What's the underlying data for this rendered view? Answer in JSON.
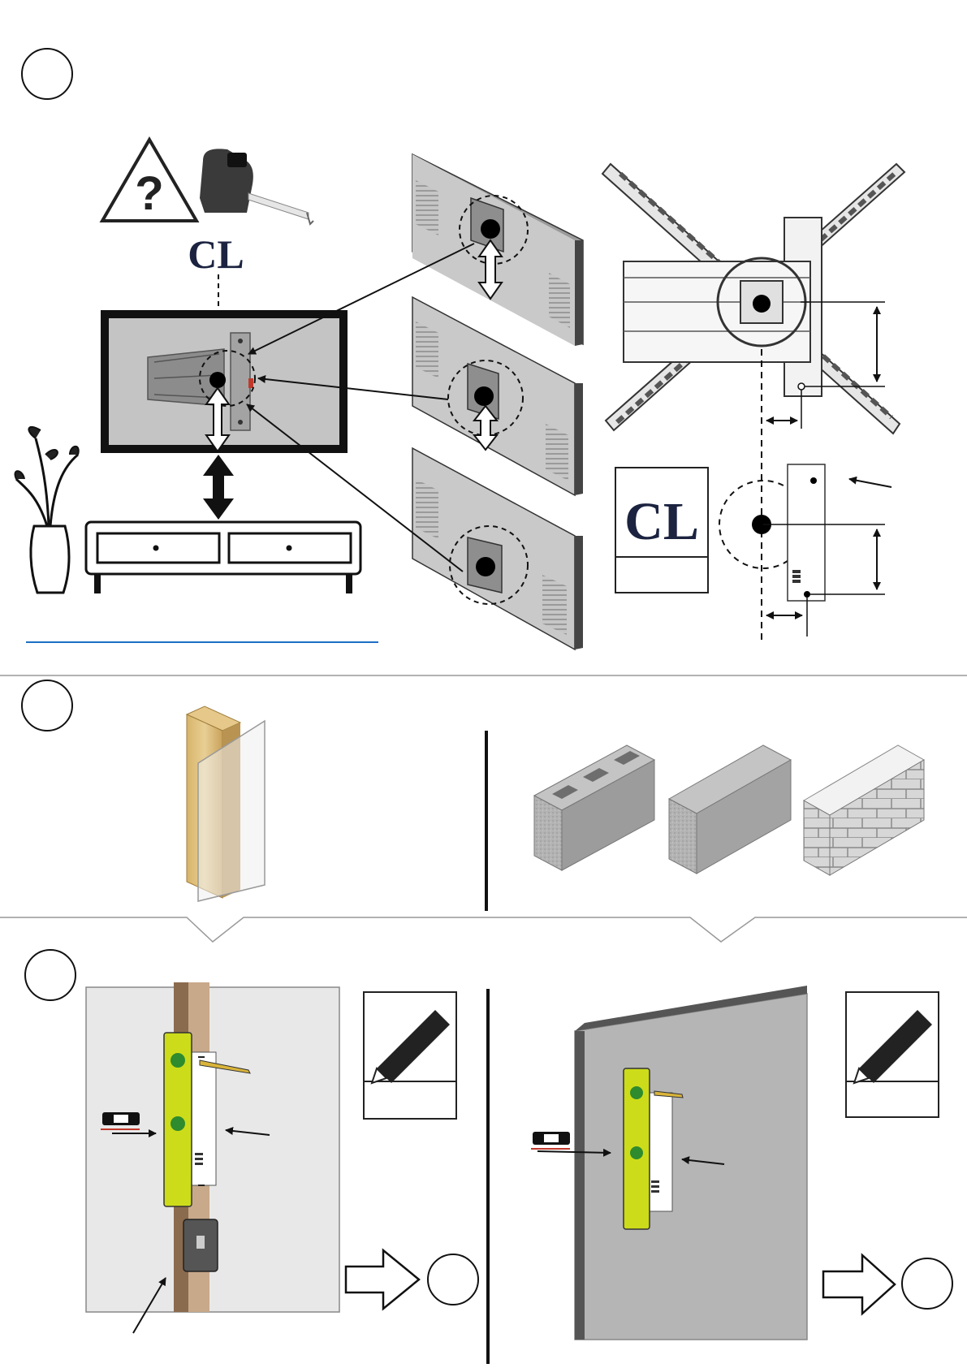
{
  "document": {
    "type": "installation-instruction-sheet",
    "logo": {
      "monogram": "CL",
      "color": "#1b2340"
    },
    "colors": {
      "accent_line": "#1d6fc4",
      "level_yellow": "#cddc1a",
      "stud_wood": "#8b6b4e",
      "wall_gray": "#c9c9c9",
      "panel_gray": "#bfbfbf",
      "arrow_black": "#111111"
    },
    "sections": [
      {
        "step_badge": "",
        "panels": [
          "height-planning",
          "tv-panel-variants",
          "mount-template-diagram"
        ],
        "icons": [
          "caution-question-icon",
          "tape-measure-icon",
          "logo-icon",
          "plant-icon",
          "tv-stand-icon"
        ]
      },
      {
        "step_badge": "",
        "panels": [
          "wood-stud-wall",
          "masonry-wall"
        ],
        "icons": [
          "wood-stud-icon",
          "hollow-block-icon",
          "solid-block-icon",
          "brick-wall-icon"
        ]
      },
      {
        "step_badge": "",
        "panels": [
          "mark-holes-on-stud",
          "mark-holes-on-masonry"
        ],
        "icons": [
          "level-icon",
          "pencil-icon",
          "stud-finder-icon",
          "next-step-arrow-icon"
        ]
      }
    ]
  }
}
